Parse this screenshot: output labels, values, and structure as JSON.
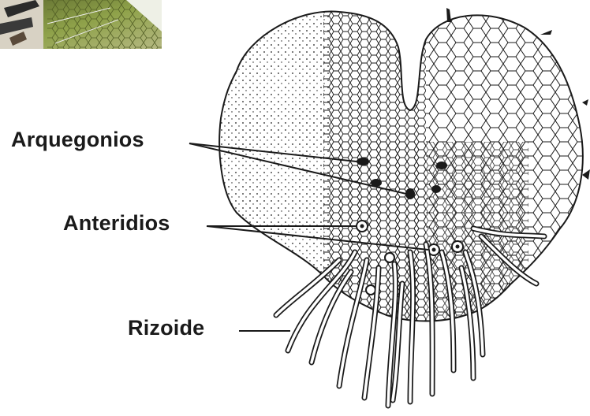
{
  "labels": {
    "arquegonios": "Arquegonios",
    "anteridios": "Anteridios",
    "rizoide": "Rizoide"
  },
  "colors": {
    "ink": "#1a1a1a",
    "photo_green": "#8fa24a",
    "background": "#ffffff"
  }
}
